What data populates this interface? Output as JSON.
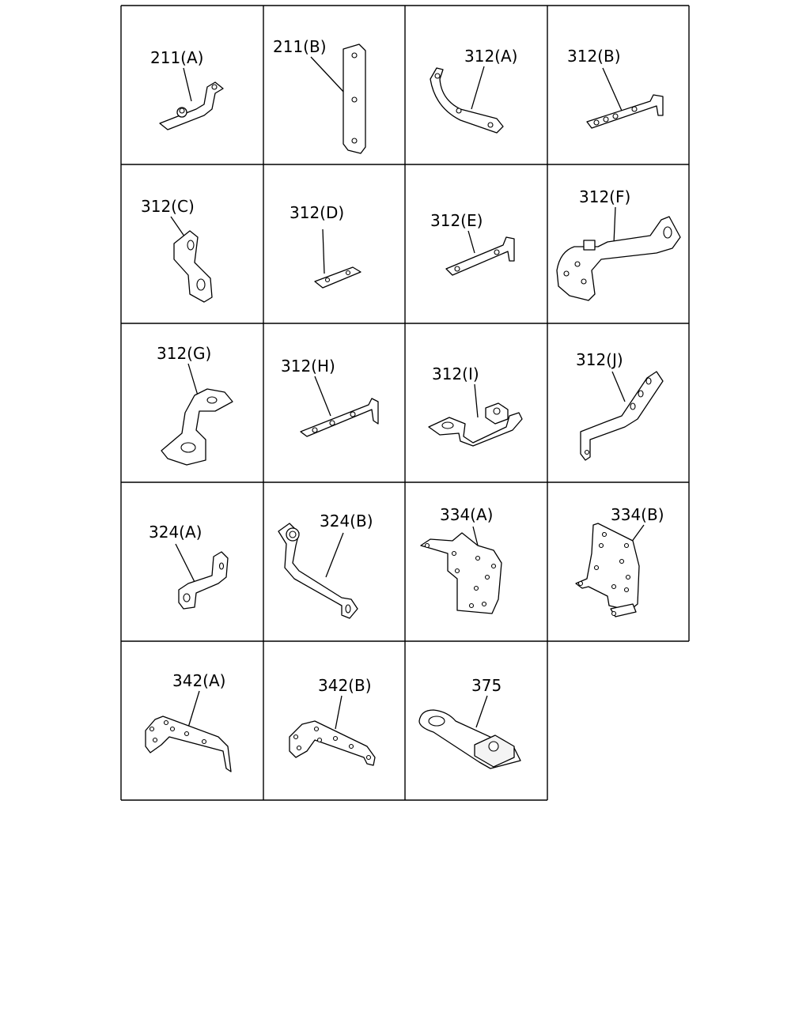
{
  "parts": [
    {
      "id": "211a",
      "label": "211(A)"
    },
    {
      "id": "211b",
      "label": "211(B)"
    },
    {
      "id": "312a",
      "label": "312(A)"
    },
    {
      "id": "312b",
      "label": "312(B)"
    },
    {
      "id": "312c",
      "label": "312(C)"
    },
    {
      "id": "312d",
      "label": "312(D)"
    },
    {
      "id": "312e",
      "label": "312(E)"
    },
    {
      "id": "312f",
      "label": "312(F)"
    },
    {
      "id": "312g",
      "label": "312(G)"
    },
    {
      "id": "312h",
      "label": "312(H)"
    },
    {
      "id": "312i",
      "label": "312(I)"
    },
    {
      "id": "312j",
      "label": "312(J)"
    },
    {
      "id": "324a",
      "label": "324(A)"
    },
    {
      "id": "324b",
      "label": "324(B)"
    },
    {
      "id": "334a",
      "label": "334(A)"
    },
    {
      "id": "334b",
      "label": "334(B)"
    },
    {
      "id": "342a",
      "label": "342(A)"
    },
    {
      "id": "342b",
      "label": "342(B)"
    },
    {
      "id": "375",
      "label": "375"
    }
  ]
}
